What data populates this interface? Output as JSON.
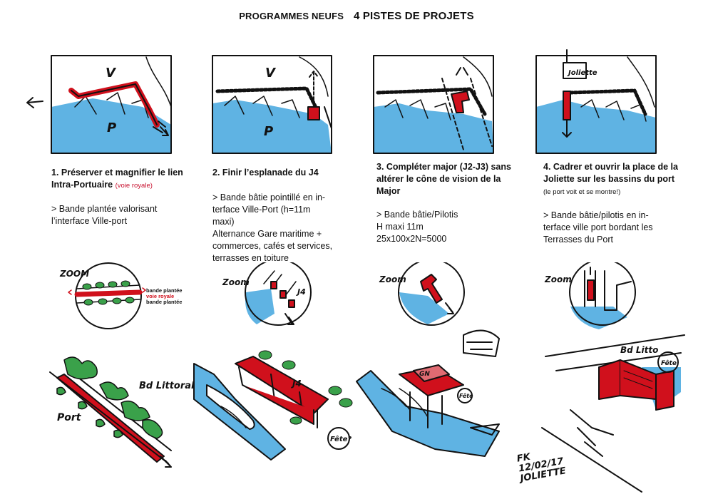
{
  "title": {
    "left": "PROGRAMMES NEUFS",
    "right": "4 PISTES DE PROJETS"
  },
  "colors": {
    "water": "#5fb3e3",
    "built": "#d0101c",
    "planted": "#3aa14a",
    "ink": "#111111"
  },
  "panels": [
    {
      "heading_main": "1. Préserver et magnifier le lien Intra-Portuaire",
      "heading_note": "(voie royale)",
      "body": [
        "> Bande plantée valorisant",
        "l’interface Ville-port"
      ],
      "map_labels": [
        "V",
        "P"
      ],
      "zoom_label": "ZOOM",
      "zoom_legend": [
        "bande plantée",
        "voie royale",
        "bande plantée"
      ],
      "perspective_labels": [
        "Bd Littoral",
        "Port"
      ]
    },
    {
      "heading_main": "2. Finir l’esplanade du J4",
      "heading_note": "",
      "body": [
        "> Bande bâtie pointillé en in-",
        "terface Ville-Port (h=11m",
        "maxi)",
        "Alternance Gare maritime +",
        "commerces, cafés et services,",
        "terrasses en toiture"
      ],
      "map_labels": [
        "V",
        "P"
      ],
      "zoom_label": "Zoom",
      "zoom_tag": "J4",
      "perspective_labels": [
        "J4",
        "Fête?"
      ]
    },
    {
      "heading_main": "3. Compléter major (J2-J3) sans altérer le cône de vision de la Major",
      "heading_note": "",
      "body": [
        "> Bande bâtie/Pilotis",
        "H maxi 11m",
        "25x100x2N=5000"
      ],
      "zoom_label": "Zoom",
      "perspective_labels": [
        "GN",
        "Fête"
      ]
    },
    {
      "heading_main": "4. Cadrer et ouvrir la place de la Joliette sur les bassins du port",
      "heading_note": "(le port voit et se montre!)",
      "body": [
        "> Bande bâtie/pilotis en in-",
        "terface ville port bordant les",
        "Terrasses du Port"
      ],
      "map_labels": [
        "Joliette"
      ],
      "zoom_label": "Zoom",
      "perspective_labels": [
        "Bd Litto",
        "Fête"
      ]
    }
  ],
  "signature": [
    "FK",
    "12/02/17",
    "JOLIETTE"
  ]
}
